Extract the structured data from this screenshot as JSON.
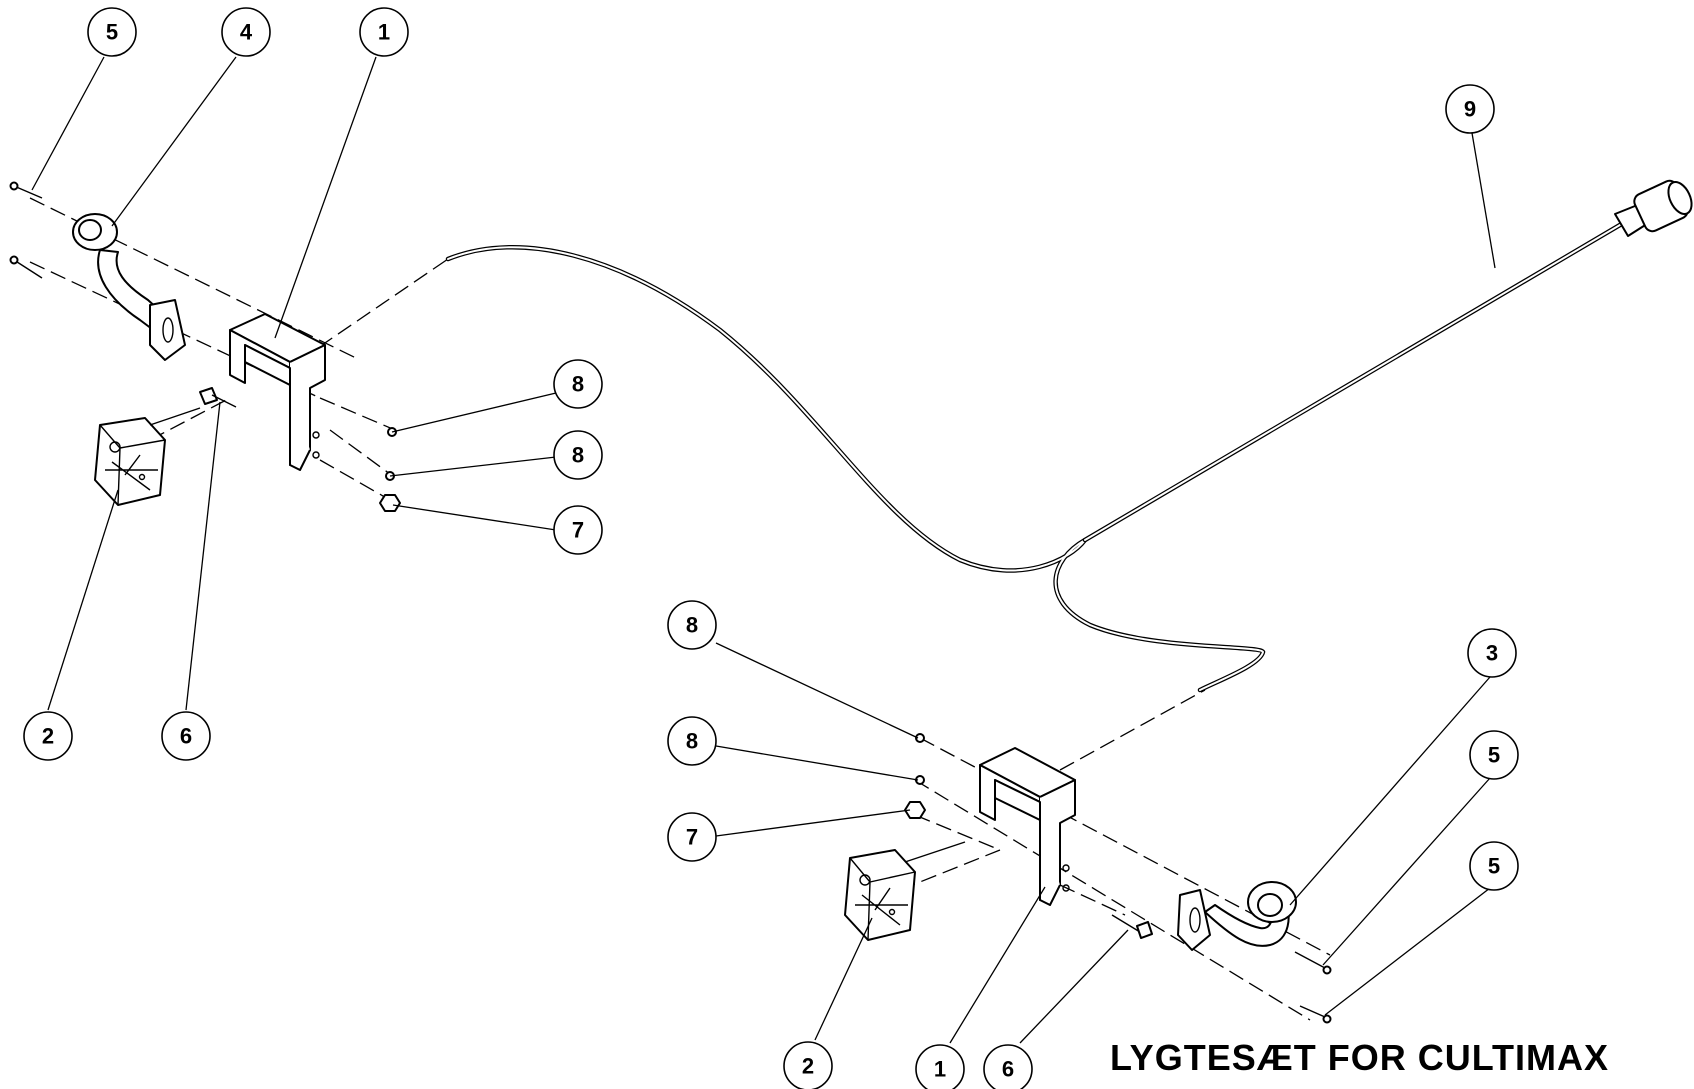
{
  "title": "LYGTESÆT FOR CULTIMAX",
  "callouts": [
    {
      "id": "c5a",
      "label": "5"
    },
    {
      "id": "c4",
      "label": "4"
    },
    {
      "id": "c1a",
      "label": "1"
    },
    {
      "id": "c9",
      "label": "9"
    },
    {
      "id": "c8a",
      "label": "8"
    },
    {
      "id": "c8b",
      "label": "8"
    },
    {
      "id": "c7a",
      "label": "7"
    },
    {
      "id": "c2a",
      "label": "2"
    },
    {
      "id": "c6a",
      "label": "6"
    },
    {
      "id": "c8c",
      "label": "8"
    },
    {
      "id": "c3",
      "label": "3"
    },
    {
      "id": "c8d",
      "label": "8"
    },
    {
      "id": "c5b",
      "label": "5"
    },
    {
      "id": "c7b",
      "label": "7"
    },
    {
      "id": "c5c",
      "label": "5"
    },
    {
      "id": "c2b",
      "label": "2"
    },
    {
      "id": "c1b",
      "label": "1"
    },
    {
      "id": "c6b",
      "label": "6"
    }
  ]
}
